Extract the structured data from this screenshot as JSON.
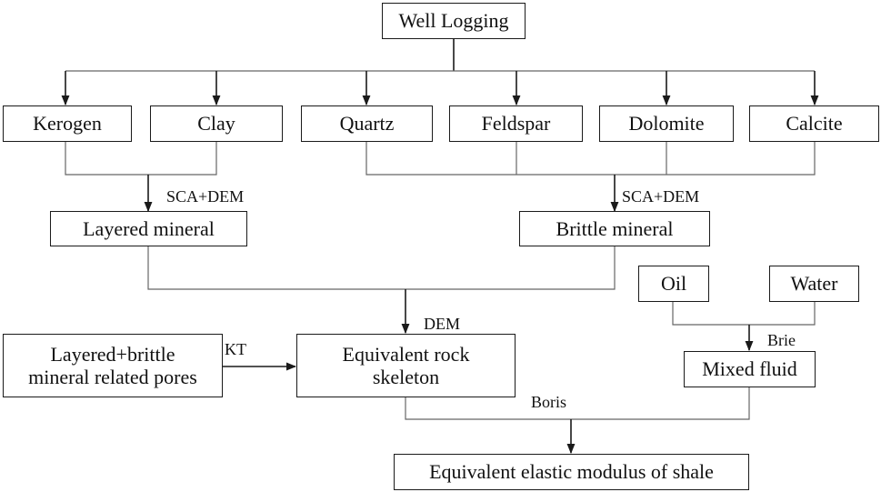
{
  "nodes": {
    "well_logging": "Well Logging",
    "kerogen": "Kerogen",
    "clay": "Clay",
    "quartz": "Quartz",
    "feldspar": "Feldspar",
    "dolomite": "Dolomite",
    "calcite": "Calcite",
    "layered_mineral": "Layered mineral",
    "brittle_mineral": "Brittle mineral",
    "oil": "Oil",
    "water": "Water",
    "pores_line1": "Layered+brittle",
    "pores_line2": "mineral related pores",
    "skeleton_line1": "Equivalent rock",
    "skeleton_line2": "skeleton",
    "mixed_fluid": "Mixed fluid",
    "elastic_modulus": "Equivalent elastic modulus of shale"
  },
  "edge_labels": {
    "sca_dem_left": "SCA+DEM",
    "sca_dem_right": "SCA+DEM",
    "dem": "DEM",
    "kt": "KT",
    "brie": "Brie",
    "boris": "Boris"
  }
}
